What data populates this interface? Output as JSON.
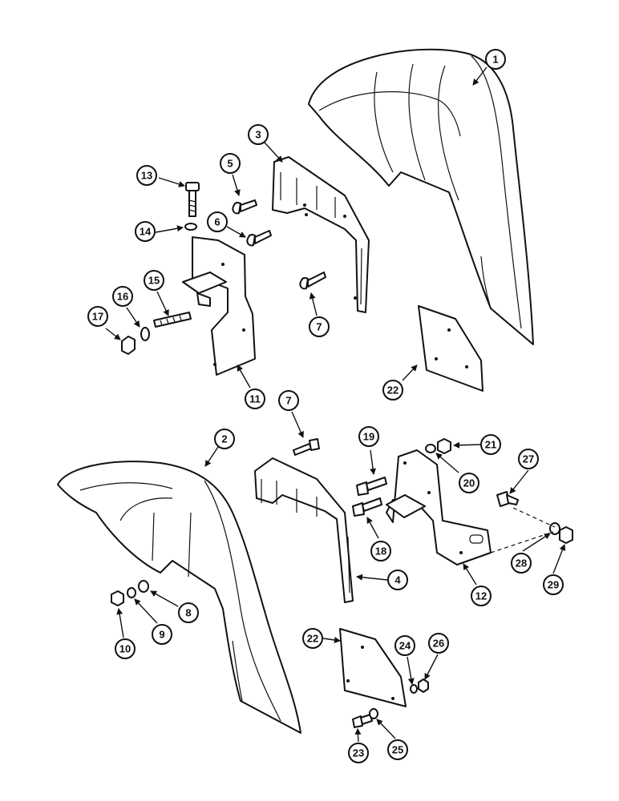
{
  "diagram": {
    "callouts": [
      "1",
      "2",
      "3",
      "4",
      "5",
      "6",
      "7",
      "7",
      "8",
      "9",
      "10",
      "11",
      "12",
      "13",
      "14",
      "15",
      "16",
      "17",
      "18",
      "19",
      "20",
      "21",
      "22",
      "22",
      "23",
      "24",
      "25",
      "26",
      "27",
      "28",
      "29"
    ]
  },
  "colors": {
    "line": "#111111",
    "background": "#ffffff"
  }
}
